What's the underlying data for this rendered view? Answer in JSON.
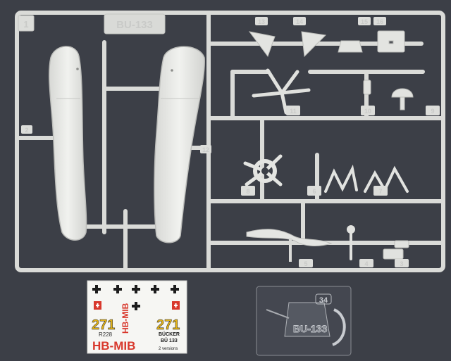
{
  "sprue": {
    "frame_label": "BU-133",
    "corner_number": "1",
    "part_numbers": [
      "13",
      "14",
      "15",
      "16",
      "11",
      "10",
      "9",
      "8",
      "6",
      "7",
      "5",
      "4",
      "3",
      "2",
      "12"
    ]
  },
  "decal_sheet": {
    "codes_left": "271",
    "codes_right": "271",
    "registration_small": "R228",
    "registration_large": "HB-MIB",
    "registration_vertical": "HB-MIB",
    "brand": "BÜCKER",
    "model": "BÜ 133",
    "note": "2 versions"
  },
  "clear_part": {
    "number": "34",
    "label": "BU-133"
  },
  "colors": {
    "background": "#3c3f47",
    "plastic": "#e4e5e2",
    "plastic_shade": "#c9cac7",
    "decal_red": "#d8382c",
    "decal_yellow": "#e3b318",
    "decal_black": "#1c1c1c"
  }
}
